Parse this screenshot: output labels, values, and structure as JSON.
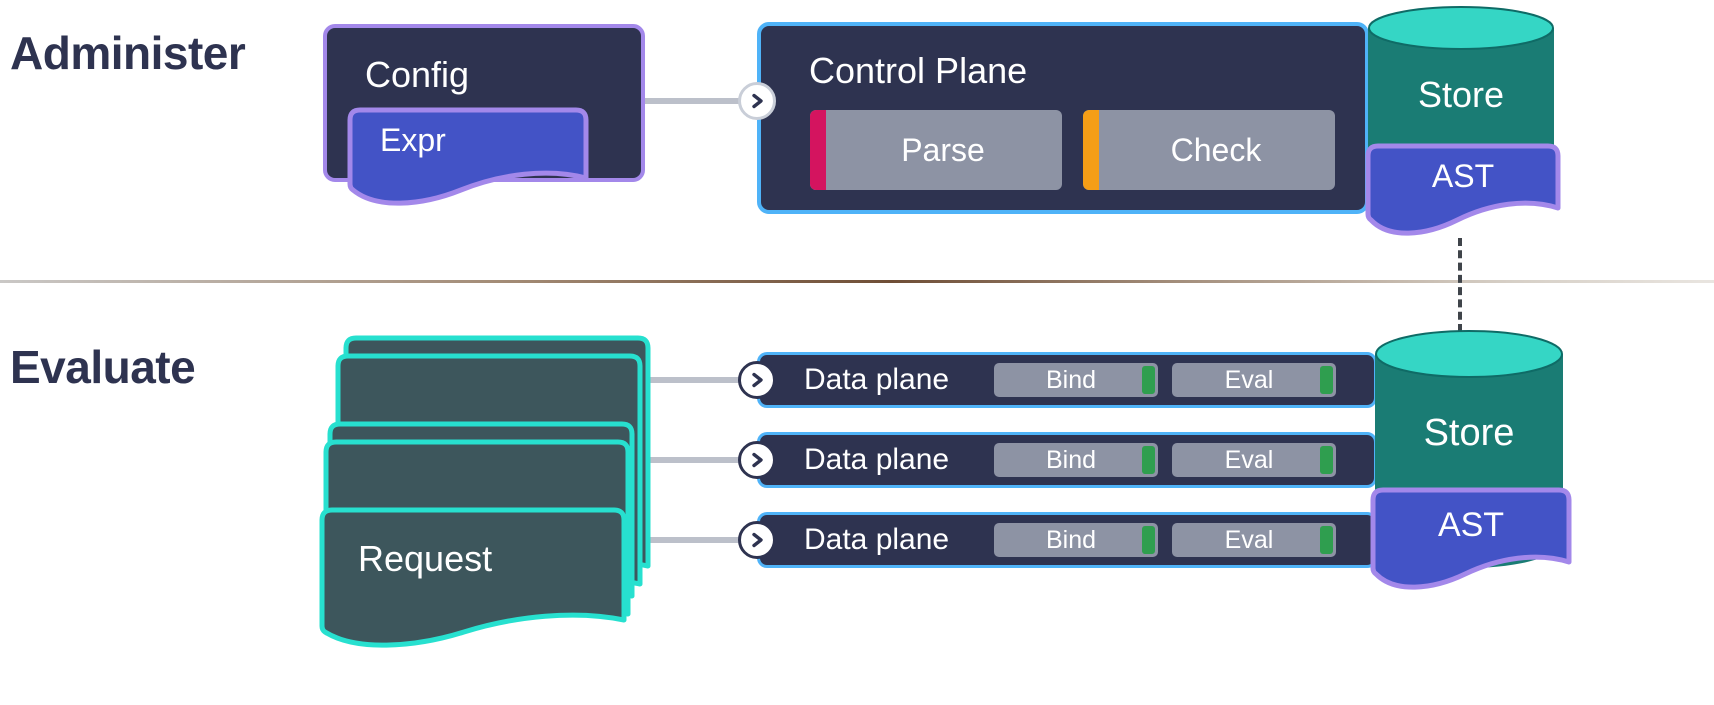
{
  "headings": {
    "administer": "Administer",
    "evaluate": "Evaluate"
  },
  "administer": {
    "config": {
      "title": "Config",
      "expr": "Expr"
    },
    "control_plane": {
      "title": "Control Plane",
      "parse": "Parse",
      "check": "Check"
    },
    "store": {
      "label": "Store"
    },
    "ast": {
      "label": "AST"
    }
  },
  "evaluate": {
    "request": {
      "label": "Request"
    },
    "data_planes": [
      {
        "title": "Data plane",
        "bind": "Bind",
        "eval": "Eval"
      },
      {
        "title": "Data plane",
        "bind": "Bind",
        "eval": "Eval"
      },
      {
        "title": "Data plane",
        "bind": "Bind",
        "eval": "Eval"
      }
    ],
    "store": {
      "label": "Store"
    },
    "ast": {
      "label": "AST"
    }
  },
  "colors": {
    "navy": "#2e3350",
    "purple_border": "#a388ea",
    "blue_doc": "#4353c6",
    "light_blue_border": "#4fb3f8",
    "gray_box": "#8d93a4",
    "pink_accent": "#d4145f",
    "orange_accent": "#f59e16",
    "green_accent": "#2f9e4f",
    "cylinder_top": "#35d6c5",
    "cylinder_body": "#1a7c74",
    "cyan_border": "#27e0cf",
    "request_fill": "#3d565c",
    "connector_gray": "#bcc0ca"
  }
}
